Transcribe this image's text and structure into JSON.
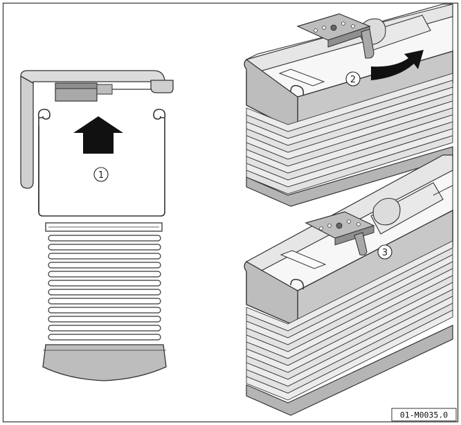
{
  "callouts": {
    "step1": "1",
    "step2": "2",
    "step3": "3"
  },
  "figure_reference": "01-M0035.0",
  "colors": {
    "outline": "#333333",
    "profile_light": "#eeeeee",
    "profile_mid": "#cfcfcf",
    "profile_dark": "#a9a9a9",
    "pleats": "#e2e2e2",
    "bottom_rail": "#b9b9b9",
    "arrow": "#111111"
  },
  "icons": {
    "push_arrow": "arrow-up-icon",
    "rotate_arrow": "curved-arrow-icon"
  }
}
